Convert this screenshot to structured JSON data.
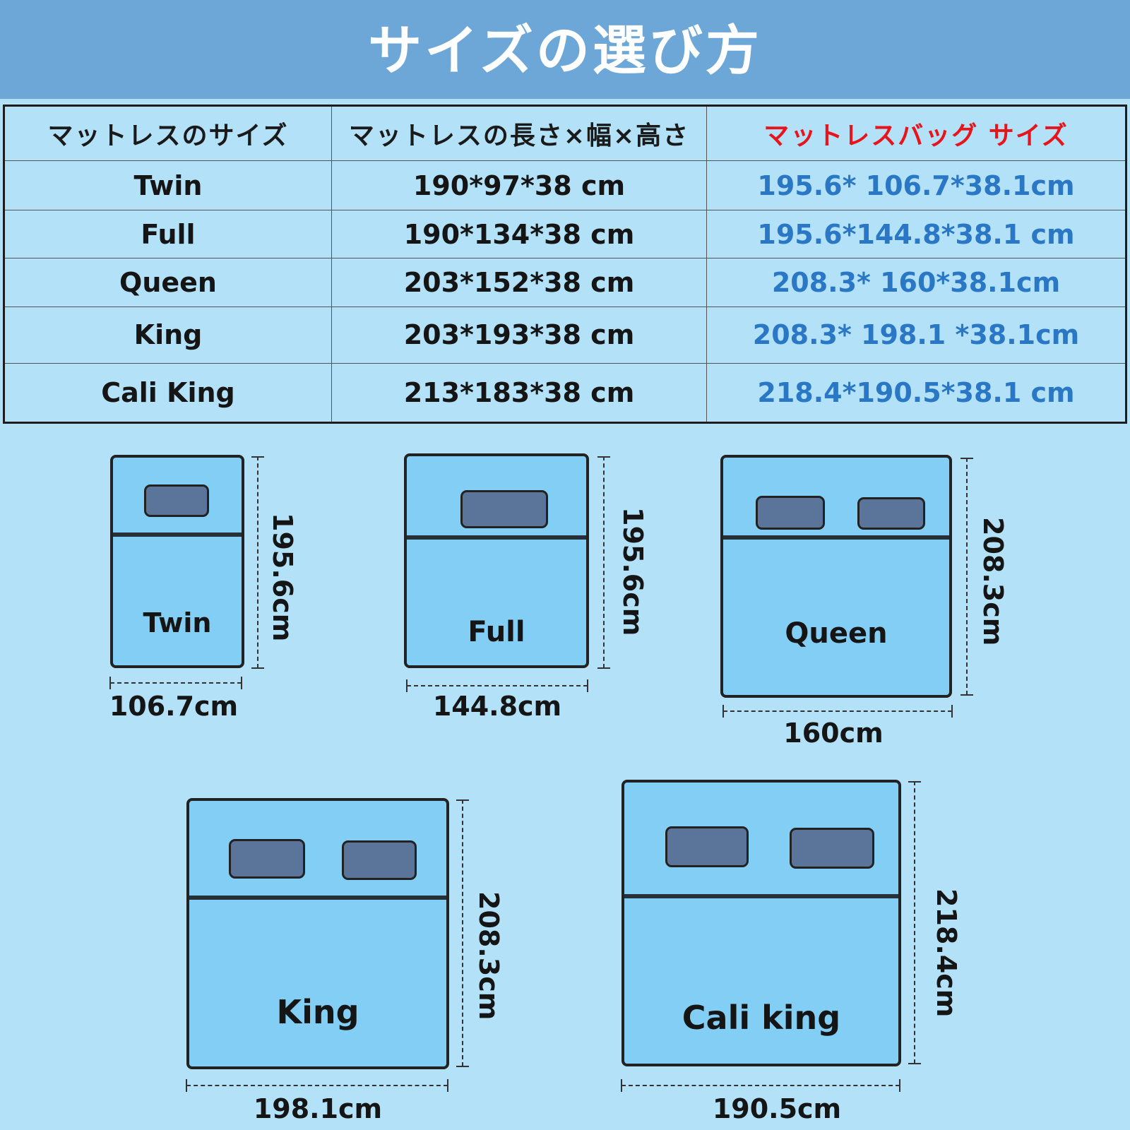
{
  "header": {
    "title": "サイズの選び方"
  },
  "table": {
    "headers": [
      "マットレスのサイズ",
      "マットレスの長さ×幅×高さ",
      "マットレスバッグ サイズ"
    ],
    "rows": [
      {
        "name": "Twin",
        "mattress": "190*97*38 cm",
        "bag": "195.6* 106.7*38.1cm"
      },
      {
        "name": "Full",
        "mattress": "190*134*38 cm",
        "bag": "195.6*144.8*38.1 cm"
      },
      {
        "name": "Queen",
        "mattress": "203*152*38 cm",
        "bag": "208.3* 160*38.1cm"
      },
      {
        "name": "King",
        "mattress": "203*193*38 cm",
        "bag": "208.3* 198.1 *38.1cm"
      },
      {
        "name": "Cali King",
        "mattress": "213*183*38 cm",
        "bag": "218.4*190.5*38.1 cm"
      }
    ]
  },
  "colors": {
    "header_bg": "#6da7d8",
    "page_bg": "#b3e1f8",
    "bag_text": "#2a77c6",
    "highlight_header": "#e8141b"
  },
  "diagrams": [
    {
      "label": "Twin",
      "width": "106.7cm",
      "length": "195.6cm"
    },
    {
      "label": "Full",
      "width": "144.8cm",
      "length": "195.6cm"
    },
    {
      "label": "Queen",
      "width": "160cm",
      "length": "208.3cm"
    },
    {
      "label": "King",
      "width": "198.1cm",
      "length": "208.3cm"
    },
    {
      "label": "Cali king",
      "width": "190.5cm",
      "length": "218.4cm"
    }
  ]
}
